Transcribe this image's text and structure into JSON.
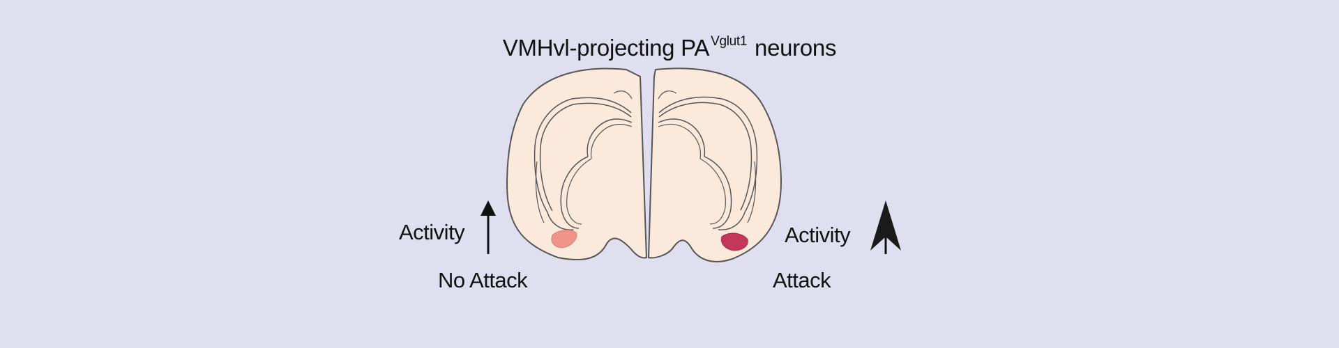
{
  "title": {
    "prefix": "VMHvl-projecting PA",
    "superscript": "Vglut1",
    "suffix": " neurons"
  },
  "left": {
    "activity_label": "Activity",
    "condition_label": "No Attack",
    "region_color": "#f0948a"
  },
  "right": {
    "activity_label": "Activity",
    "condition_label": "Attack",
    "region_color": "#c4365a"
  },
  "colors": {
    "background": "#dfdff0",
    "brain_fill": "#fbeadb",
    "outline": "#555555"
  }
}
